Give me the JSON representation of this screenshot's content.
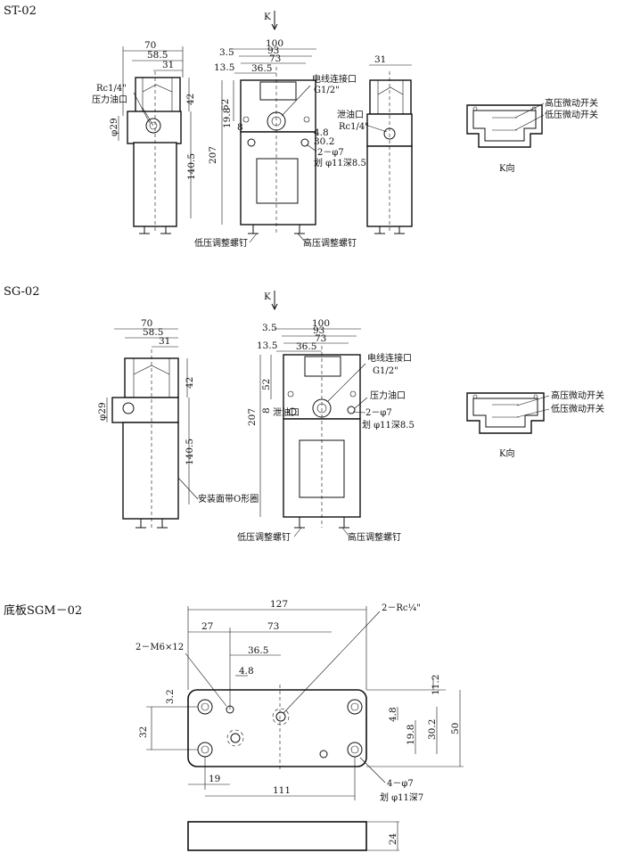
{
  "sections": {
    "st02": {
      "title": "ST-02",
      "view_arrow": "K",
      "dims": {
        "w70": "70",
        "w58_5": "58.5",
        "w31": "31",
        "h42": "42",
        "phi29": "φ29",
        "h140_5": "140.5",
        "w100": "100",
        "w93": "93",
        "w73": "73",
        "w3_5": "3.5",
        "w13_5": "13.5",
        "w36_5": "36.5",
        "h52": "52",
        "h19_8": "19.8",
        "h8": "8",
        "h207": "207",
        "h4_8": "4.8",
        "h30_2": "30.2",
        "w31_side": "31"
      },
      "labels": {
        "rc14": "Rc1/4\"",
        "pressure_port": "压力油口",
        "wire_port": "电线连接口",
        "g12": "G1/2\"",
        "drain_port": "泄油口",
        "rc14_side": "Rc1/4\"",
        "holes": "2－φ7",
        "counterbore": "划 φ11深8.5",
        "low_screw": "低压调整螺钉",
        "high_screw": "高压调整螺钉"
      },
      "k_view": {
        "high_switch": "高压微动开关",
        "low_switch": "低压微动开关",
        "caption": "K向"
      }
    },
    "sg02": {
      "title": "SG-02",
      "view_arrow": "K",
      "dims": {
        "w70": "70",
        "w58_5": "58.5",
        "w31": "31",
        "h42": "42",
        "phi29": "φ29",
        "h140_5": "140.5",
        "w100": "100",
        "w93": "93",
        "w73": "73",
        "w3_5": "3.5",
        "w13_5": "13.5",
        "w36_5": "36.5",
        "h52": "52",
        "h8": "8",
        "h207": "207"
      },
      "labels": {
        "oring": "安装面带O形圈",
        "wire_port": "电线连接口",
        "g12": "G1/2\"",
        "pressure_port": "压力油口",
        "drain_port": "泄油口",
        "holes": "2－φ7",
        "counterbore": "划 φ11深8.5",
        "low_screw": "低压调整螺钉",
        "high_screw": "高压调整螺钉"
      },
      "k_view": {
        "high_switch": "高压微动开关",
        "low_switch": "低压微动开关",
        "caption": "K向"
      }
    },
    "sgm02": {
      "title": "底板SGM－02",
      "dims": {
        "w127": "127",
        "w27": "27",
        "w73": "73",
        "w36_5": "36.5",
        "w4_8": "4.8",
        "h3_2": "3.2",
        "h32": "32",
        "w19": "19",
        "w111": "111",
        "h11_2": "11.2",
        "h4_8": "4.8",
        "h19_8": "19.8",
        "h30_2": "30.2",
        "h50": "50",
        "t24": "24"
      },
      "labels": {
        "m6": "2－M6×12",
        "rc": "2－Rc¼\"",
        "holes": "4－φ7",
        "counterbore": "划 φ11深7"
      }
    }
  }
}
